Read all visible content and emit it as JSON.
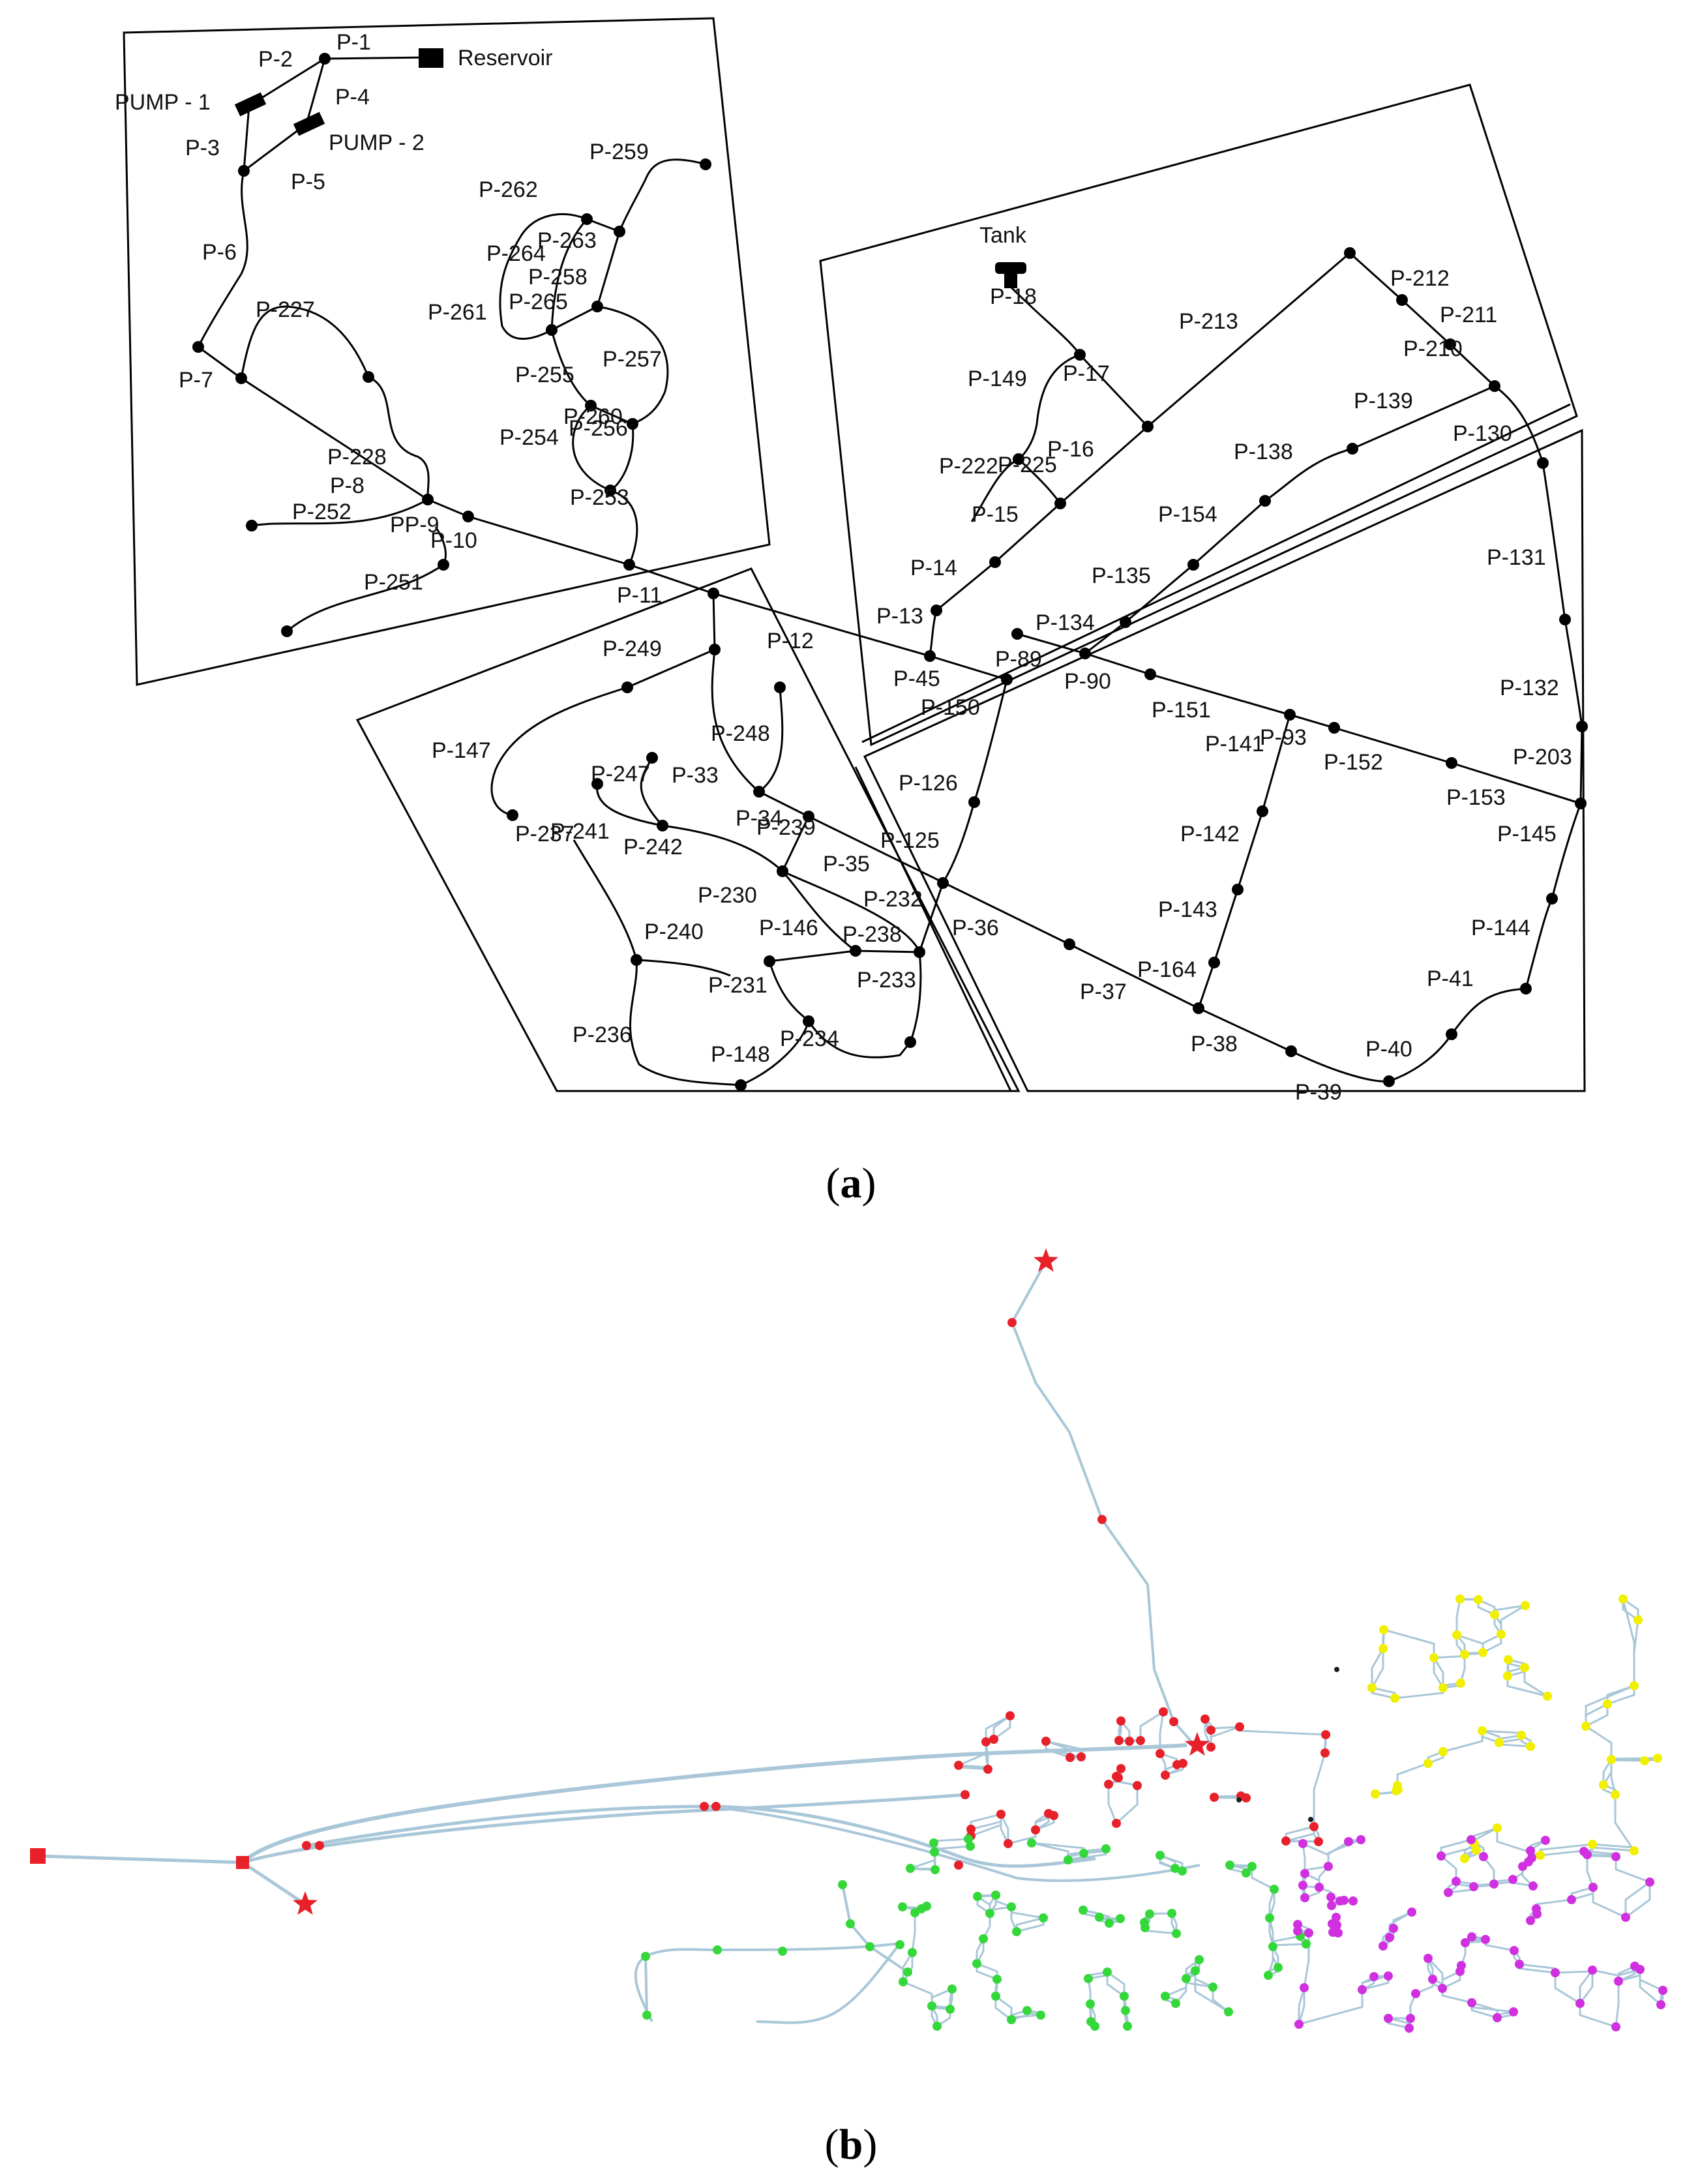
{
  "panel_a": {
    "caption": {
      "open": "(",
      "letter": "a",
      "close": ")"
    },
    "facilities": {
      "reservoir": "Reservoir",
      "pump_1": "PUMP - 1",
      "pump_2": "PUMP - 2",
      "tank": "Tank"
    },
    "pipe_labels": [
      "P-1",
      "P-2",
      "P-4",
      "P-3",
      "P-5",
      "P-6",
      "P-7",
      "P-227",
      "P-228",
      "P-8",
      "P-252",
      "PP-9",
      "P-10",
      "P-251",
      "P-259",
      "P-262",
      "P-263",
      "P-264",
      "P-258",
      "P-265",
      "P-261",
      "P-257",
      "P-255",
      "P-260",
      "P-256",
      "P-254",
      "P-253",
      "P-11",
      "P-249",
      "P-12",
      "P-147",
      "P-248",
      "P-247",
      "P-33",
      "P-237",
      "P-241",
      "P-242",
      "P-34",
      "P-239",
      "P-35",
      "P-230",
      "P-232",
      "P-240",
      "P-146",
      "P-238",
      "P-231",
      "P-233",
      "P-236",
      "P-148",
      "P-234",
      "P-18",
      "P-213",
      "P-212",
      "P-211",
      "P-210",
      "P-149",
      "P-17",
      "P-16",
      "P-222",
      "P-225",
      "P-15",
      "P-14",
      "P-13",
      "P-139",
      "P-130",
      "P-138",
      "P-154",
      "P-135",
      "P-134",
      "P-131",
      "P-89",
      "P-90",
      "P-45",
      "P-150",
      "P-151",
      "P-141",
      "P-93",
      "P-152",
      "P-132",
      "P-203",
      "P-153",
      "P-145",
      "P-126",
      "P-125",
      "P-36",
      "P-142",
      "P-143",
      "P-144",
      "P-164",
      "P-37",
      "P-41",
      "P-38",
      "P-40",
      "P-39"
    ]
  },
  "panel_b": {
    "caption": {
      "open": "(",
      "letter": "b",
      "close": ")"
    },
    "colors": {
      "pipe": "#a9c7d8",
      "zone_red": "#e8202a",
      "zone_green": "#35d83a",
      "zone_yellow": "#f0f000",
      "zone_magenta": "#d030e0",
      "node_dark": "#1c1c1c"
    }
  }
}
